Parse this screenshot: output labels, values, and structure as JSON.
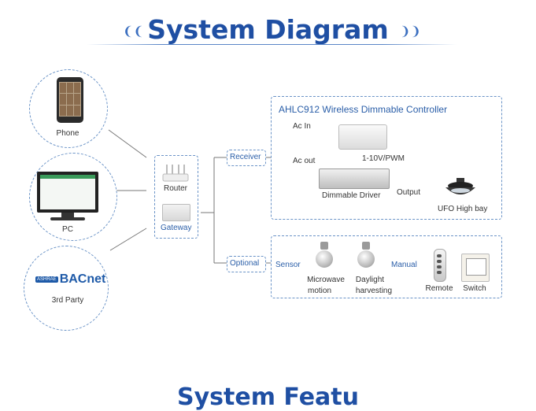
{
  "header": {
    "title": "System Diagram"
  },
  "nodes": {
    "phone": "Phone",
    "pc": "PC",
    "third_party": "3rd Party",
    "bacnet_logo": "BACnet",
    "router": "Router",
    "gateway": "Gateway",
    "receiver": "Receiver",
    "optional": "Optional"
  },
  "controller_box": {
    "title": "AHLC912 Wireless Dimmable Controller",
    "ac_in": "Ac In",
    "ac_out": "Ac out",
    "signal": "1-10V/PWM",
    "driver": "Dimmable Driver",
    "output": "Output",
    "ufo": "UFO High bay"
  },
  "optional_box": {
    "sensor": "Sensor",
    "manual": "Manual",
    "microwave_line1": "Microwave",
    "microwave_line2": "motion",
    "daylight_line1": "Daylight",
    "daylight_line2": "harvesting",
    "remote": "Remote",
    "switch": "Switch"
  },
  "footer": {
    "partial_title": "System Featu"
  },
  "colors": {
    "accent": "#1f4fa3",
    "dash": "#6a93c7",
    "label_blue": "#2a5ea8"
  }
}
